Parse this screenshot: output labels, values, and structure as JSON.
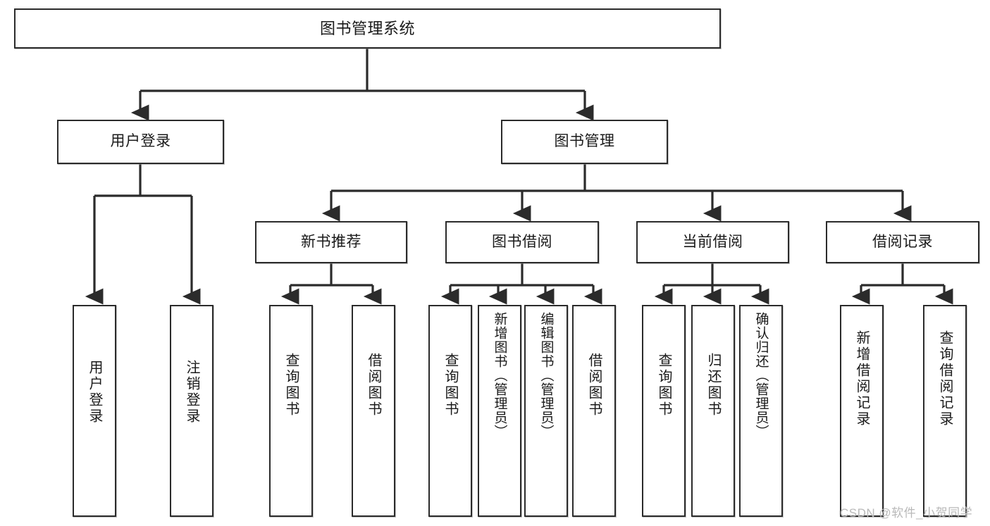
{
  "diagram": {
    "type": "tree-hierarchy",
    "title": "图书管理系统",
    "orientation": "top-down",
    "colors": {
      "box_border": "#2b2b2b",
      "box_fill": "#ffffff",
      "edge": "#2b2b2b",
      "text": "#1a1a1a",
      "watermark": "#b9b9b9"
    },
    "levels": {
      "level1": "root",
      "level2": "modules",
      "level3": "submodules",
      "level4": "functions"
    }
  },
  "root": {
    "label": "图书管理系统"
  },
  "level2": [
    {
      "id": "user-login",
      "label": "用户登录"
    },
    {
      "id": "book-management",
      "label": "图书管理"
    }
  ],
  "level3": [
    {
      "id": "new-book-recommend",
      "label": "新书推荐",
      "parent": "book-management"
    },
    {
      "id": "book-borrow",
      "label": "图书借阅",
      "parent": "book-management"
    },
    {
      "id": "current-borrow",
      "label": "当前借阅",
      "parent": "book-management"
    },
    {
      "id": "borrow-record",
      "label": "借阅记录",
      "parent": "book-management"
    }
  ],
  "leaves": {
    "user_login": [
      {
        "id": "leaf-user-login",
        "label": "用户登录"
      },
      {
        "id": "leaf-user-logout",
        "label": "注销登录"
      }
    ],
    "new_book_recommend": [
      {
        "id": "leaf-query-book-1",
        "label": "查询图书"
      },
      {
        "id": "leaf-borrow-book-1",
        "label": "借阅图书"
      }
    ],
    "book_borrow": [
      {
        "id": "leaf-query-book-2",
        "label": "查询图书"
      },
      {
        "id": "leaf-add-book",
        "label": "新增图书（管理员）"
      },
      {
        "id": "leaf-edit-book",
        "label": "编辑图书（管理员）"
      },
      {
        "id": "leaf-borrow-book-2",
        "label": "借阅图书"
      }
    ],
    "current_borrow": [
      {
        "id": "leaf-query-book-3",
        "label": "查询图书"
      },
      {
        "id": "leaf-return-book",
        "label": "归还图书"
      },
      {
        "id": "leaf-confirm-return",
        "label": "确认归还（管理员）"
      }
    ],
    "borrow_record": [
      {
        "id": "leaf-add-borrow-record",
        "label": "新增借阅记录"
      },
      {
        "id": "leaf-query-borrow-record",
        "label": "查询借阅记录"
      }
    ]
  },
  "watermark": {
    "text": "CSDN @软件_小贺同学"
  }
}
